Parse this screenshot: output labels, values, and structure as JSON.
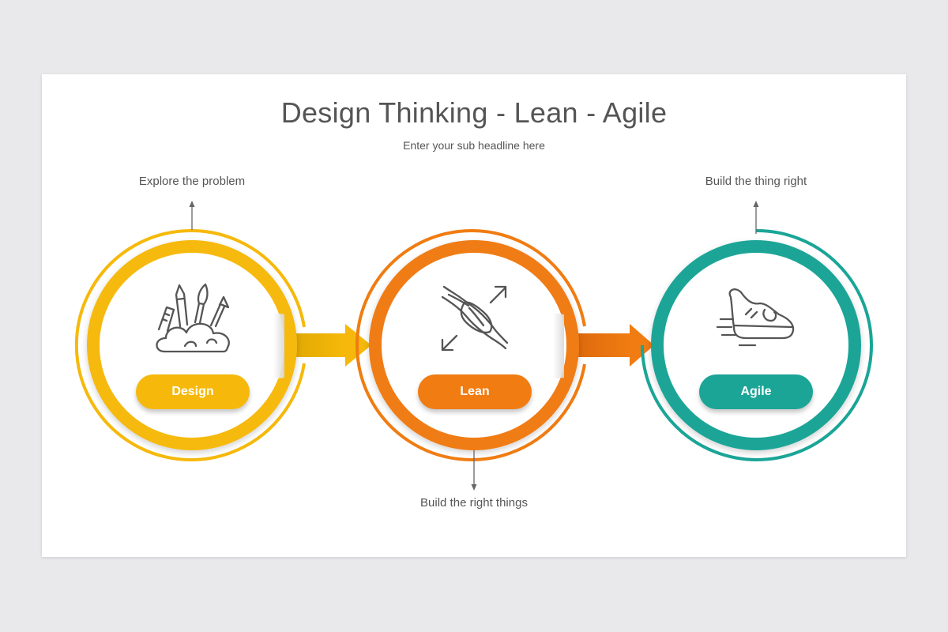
{
  "slide": {
    "title": "Design Thinking - Lean - Agile",
    "subtitle": "Enter your sub headline here"
  },
  "stages": [
    {
      "label": "Design",
      "note": "Explore the problem",
      "icon": "art-supplies-icon",
      "color": "#f6b90b",
      "dark": "#e0a800"
    },
    {
      "label": "Lean",
      "note": "Build the right things",
      "icon": "muscle-expand-icon",
      "color": "#f07c12",
      "dark": "#e06a0c"
    },
    {
      "label": "Agile",
      "note": "Build the thing right",
      "icon": "running-shoe-icon",
      "color": "#1aa597",
      "dark": "#13968a"
    }
  ]
}
